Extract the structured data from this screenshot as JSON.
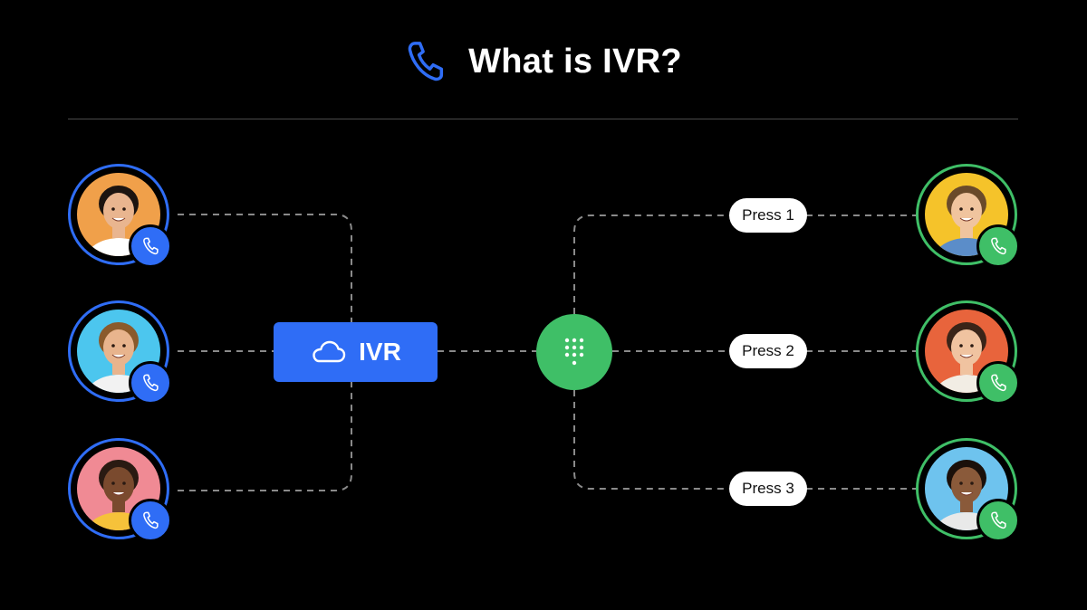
{
  "header": {
    "title": "What is IVR?",
    "icon": "phone-icon"
  },
  "hub": {
    "label": "IVR",
    "icon": "cloud-icon"
  },
  "keypad": {
    "icon": "keypad-icon"
  },
  "callers": [
    {
      "icon": "phone-icon",
      "skin": "#e9b58f",
      "hair": "#1c1410",
      "bg": "#f0a04a",
      "shirt": "#ffffff"
    },
    {
      "icon": "phone-icon",
      "skin": "#e8b48d",
      "hair": "#8a5a2b",
      "bg": "#4cc6ee",
      "shirt": "#f2f2f2"
    },
    {
      "icon": "phone-icon",
      "skin": "#7a4a2e",
      "hair": "#2a1a12",
      "bg": "#f08a94",
      "shirt": "#f6c23a"
    }
  ],
  "agents": [
    {
      "press_label": "Press 1",
      "icon": "phone-icon",
      "skin": "#f0c49e",
      "hair": "#6a4a2a",
      "bg": "#f5c32a",
      "shirt": "#5b8dc9"
    },
    {
      "press_label": "Press 2",
      "icon": "phone-icon",
      "skin": "#f0c3a0",
      "hair": "#3a2418",
      "bg": "#e8643c",
      "shirt": "#f2ede4"
    },
    {
      "press_label": "Press 3",
      "icon": "phone-icon",
      "skin": "#8a5a3a",
      "hair": "#1a100a",
      "bg": "#6ec3ee",
      "shirt": "#e9e9e9"
    }
  ],
  "colors": {
    "blue": "#2f6df6",
    "green": "#3fbf67",
    "line": "#8a8a8a"
  }
}
